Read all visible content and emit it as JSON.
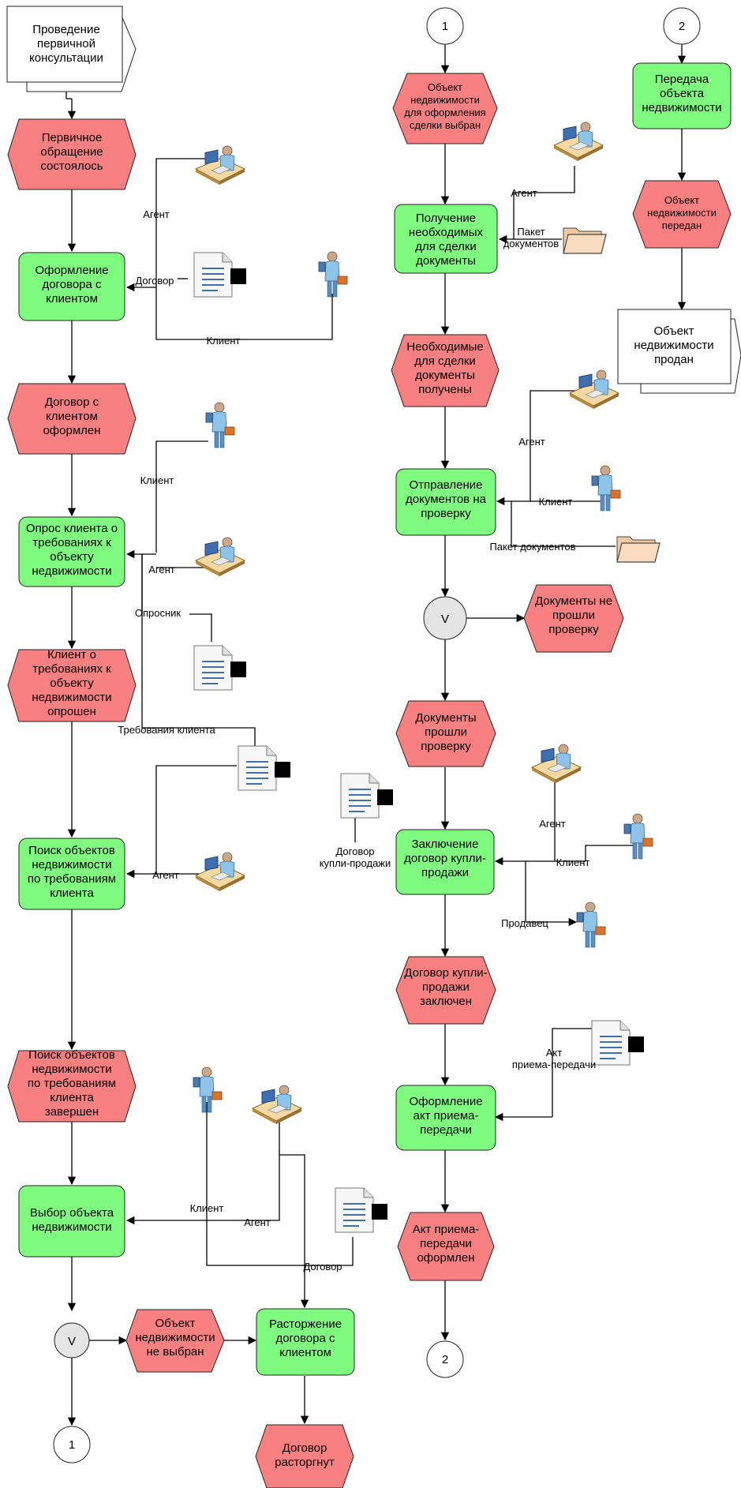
{
  "nodes": {
    "n1": "Проведение\nпервичной\nконсультации",
    "n2": "Первичное\nобращение\nсостоялось",
    "n3": "Оформление\nдоговора с\nклиентом",
    "n4": "Договор с\nклиентом\nоформлен",
    "n5": "Опрос клиента о\nтребованиях к\nобъекту\nнедвижимости",
    "n6": "Клиент о\nтребованиях к\nобъекту\nнедвижимости\nопрошен",
    "n7": "Поиск объектов\nнедвижимости\nпо требованиям\nклиента",
    "n8": "Поиск объектов\nнедвижимости\nпо требованиям\nклиента\nзавершен",
    "n9": "Выбор объекта\nнедвижимости",
    "g1": "V",
    "n10": "Объект\nнедвижимости\nне выбран",
    "n11": "Расторжение\nдоговора с\nклиентом",
    "n12": "Договор\nрасторгнут",
    "c1a": "1",
    "c1b": "1",
    "n13": "Объект\nнедвижимости\nдля оформления\nсделки выбран",
    "n14": "Получение\nнеобходимых\nдля сделки\nдокументы",
    "n15": "Необходимые\nдля сделки\nдокументы\nполучены",
    "n16": "Отправление\nдокументов на\nпроверку",
    "g2": "V",
    "n17": "Документы не\nпрошли\nпроверку",
    "n18": "Документы\nпрошли\nпроверку",
    "n19": "Заключение\nдоговор купли-\nпродажи",
    "n20": "Договор купли-\nпродажи\nзаключен",
    "n21": "Оформление\nакт приема-\nпередачи",
    "n22": "Акт приема-\nпередачи\nоформлен",
    "c2a": "2",
    "c2b": "2",
    "n23": "Передача\nобъекта\nнедвижимости",
    "n24": "Объект\nнедвижимости\nпередан",
    "n25": "Объект\nнедвижимости\nпродан"
  },
  "labels": {
    "l1": "Агент",
    "l2": "Договор",
    "l3": "Клиент",
    "l4": "Клиент",
    "l5": "Агент",
    "l6": "Опросник",
    "l7": "Требования клиента",
    "l8": "Агент",
    "l9": "Клиент",
    "l10": "Агент",
    "l11": "Договор",
    "l12": "Агент",
    "l13": "Пакет\nдокументов",
    "l14": "Агент",
    "l15": "Клиент",
    "l16": "Пакет документов",
    "l17": "Договор\nкупли-продажи",
    "l18": "Агент",
    "l19": "Клиент",
    "l20": "Продавец",
    "l21": "Акт\nприема-передачи"
  },
  "colors": {
    "function": "#7ffc7f",
    "event": "#f98080",
    "connector": "#ffffff",
    "operator": "#e4e4e4"
  },
  "icons": {
    "agent": "agent-at-desk-icon",
    "client": "person-with-phone-icon",
    "document": "document-icon",
    "folder": "folder-icon"
  }
}
